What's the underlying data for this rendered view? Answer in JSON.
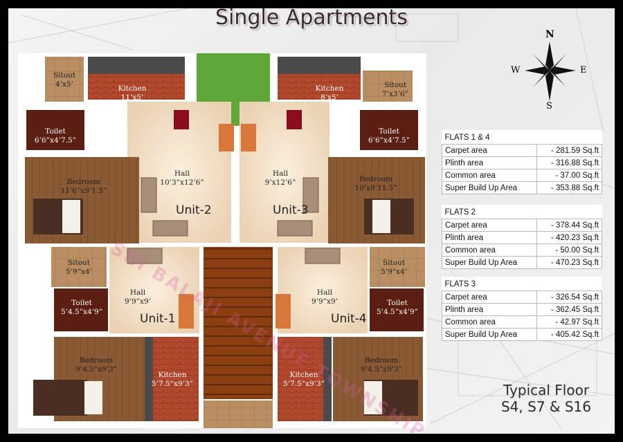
{
  "title": "Single Apartments",
  "compass": {
    "n": "N",
    "s": "S",
    "e": "E",
    "w": "W"
  },
  "watermark": "SRI BALAJI AVENUE TOWNSHIP",
  "rooms": {
    "sitout_tl": {
      "name": "Sitout",
      "dim": "4’x5’"
    },
    "kitchen_tl": {
      "name": "Kitchen",
      "dim": "11’x5’"
    },
    "kitchen_tr": {
      "name": "Kitchen",
      "dim": "8’x5’"
    },
    "sitout_tr": {
      "name": "Sitout",
      "dim": "7’x3’6”"
    },
    "toilet_l": {
      "name": "Toilet",
      "dim": "6’6”x4’7.5”"
    },
    "toilet_r": {
      "name": "Toilet",
      "dim": "6’6”x4’7.5”"
    },
    "hall_l": {
      "name": "Hall",
      "dim": "10’3”x12’6”"
    },
    "hall_r": {
      "name": "Hall",
      "dim": "9’x12’6”"
    },
    "bedroom_ul": {
      "name": "Bedroom",
      "dim": "11’6”x9’1.5”"
    },
    "bedroom_ur": {
      "name": "Bedroom",
      "dim": "10’x9’11.5”"
    },
    "sitout_bl": {
      "name": "Sitout",
      "dim": "5’9”x4’"
    },
    "sitout_br": {
      "name": "Sitout",
      "dim": "5’9”x4’"
    },
    "hall_bl": {
      "name": "Hall",
      "dim": "9’9”x9’"
    },
    "hall_br": {
      "name": "Hall",
      "dim": "9’9”x9’"
    },
    "toilet_bl": {
      "name": "Toilet",
      "dim": "5’4.5”x4’9”"
    },
    "toilet_br": {
      "name": "Toilet",
      "dim": "5’4.5”x4’9”"
    },
    "bedroom_bl": {
      "name": "Bedroom",
      "dim": "9’4.5”x9’3”"
    },
    "bedroom_br": {
      "name": "Bedroom",
      "dim": "9’4.5”x9’3”"
    },
    "kitchen_bl": {
      "name": "Kitchen",
      "dim": "5’7.5”x9’3”"
    },
    "kitchen_br": {
      "name": "Kitchen",
      "dim": "5’7.5”x9’3”"
    }
  },
  "units": {
    "u1": "Unit-1",
    "u2": "Unit-2",
    "u3": "Unit-3",
    "u4": "Unit-4"
  },
  "areas": [
    {
      "heading": "FLATS 1 & 4",
      "rows": [
        {
          "label": "Carpet area",
          "value": "-  281.59 Sq.ft"
        },
        {
          "label": "Plinth area",
          "value": "-  316.88 Sq.ft"
        },
        {
          "label": "Common area",
          "value": "-   37.00 Sq.ft"
        },
        {
          "label": "Super Build Up Area",
          "value": "-  353.88 Sq.ft"
        }
      ]
    },
    {
      "heading": "FLATS 2",
      "rows": [
        {
          "label": "Carpet area",
          "value": "-  378.44 Sq.ft"
        },
        {
          "label": "Plinth area",
          "value": "- 420.23 Sq.ft"
        },
        {
          "label": "Common area",
          "value": "-  50.00 Sq.ft"
        },
        {
          "label": "Super Build Up Area",
          "value": "- 470.23 Sq.ft"
        }
      ]
    },
    {
      "heading": "FLATS 3",
      "rows": [
        {
          "label": "Carpet area",
          "value": "- 326.54 Sq.ft"
        },
        {
          "label": "Plinth area",
          "value": "- 362.45 Sq.ft"
        },
        {
          "label": "Common area",
          "value": "-  42.97 Sq.ft"
        },
        {
          "label": "Super Build Up Area",
          "value": "- 405.42 Sq.ft"
        }
      ]
    }
  ],
  "footer": {
    "line1": "Typical Floor",
    "line2": "S4, S7 & S16"
  },
  "colors": {
    "floor": "#f3e2cb",
    "wood": "#8a5a35",
    "brick": "#b2482c",
    "wall": "#ffffff",
    "grass": "#5fa837",
    "stair": "#8b3f10"
  }
}
